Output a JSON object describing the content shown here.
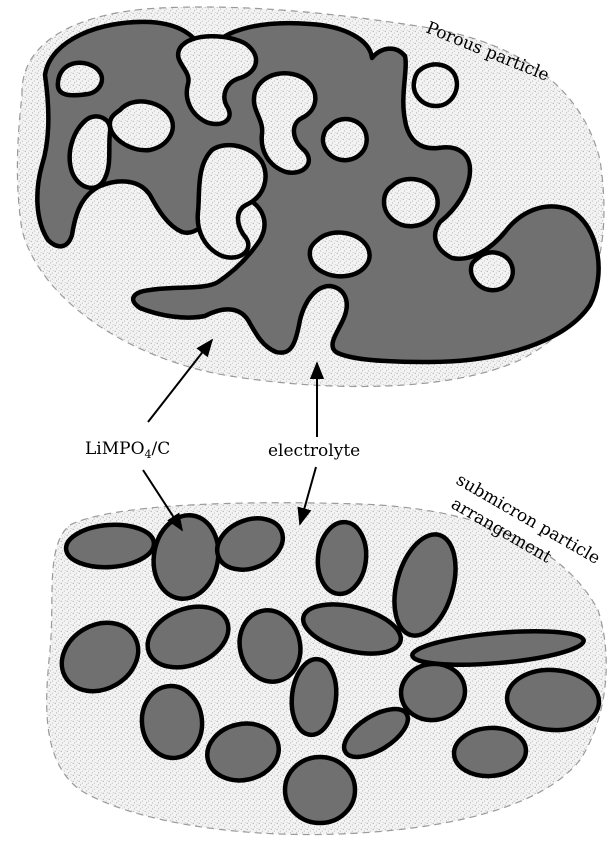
{
  "diagram": {
    "top_title": "Porous particle",
    "bottom_title_line1": "submicron particle",
    "bottom_title_line2": "arrangement",
    "material_label": {
      "base": "LiMPO",
      "subscript": "4",
      "suffix": "/C"
    },
    "electrolyte_label": "electrolyte"
  },
  "colors": {
    "particle_fill": "#707070",
    "outline": "#000000",
    "matrix_dots": "#9a9a9a",
    "background": "#ffffff"
  }
}
